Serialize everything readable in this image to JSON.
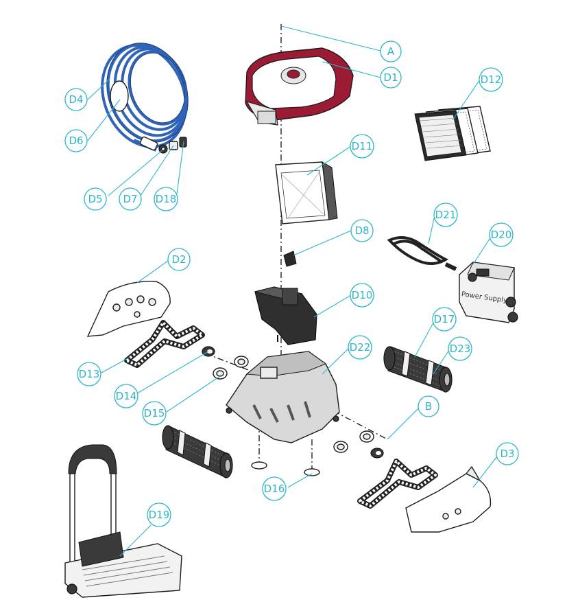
{
  "diagram": {
    "labels": {
      "A": "A",
      "B": "B",
      "D1": "D1",
      "D2": "D2",
      "D3": "D3",
      "D4": "D4",
      "D5": "D5",
      "D6": "D6",
      "D7": "D7",
      "D8": "D8",
      "D10": "D10",
      "D11": "D11",
      "D12": "D12",
      "D13": "D13",
      "D14": "D14",
      "D15": "D15",
      "D16": "D16",
      "D17": "D17",
      "D18": "D18",
      "D19": "D19",
      "D20": "D20",
      "D21": "D21",
      "D22": "D22",
      "D23": "D23"
    },
    "power_supply_text": "Power Supply",
    "colors": {
      "callout": "#2bb6c9",
      "cable": "#2f64b8",
      "top_cover": "#9b1b34",
      "outline": "#1b1b1b"
    }
  }
}
